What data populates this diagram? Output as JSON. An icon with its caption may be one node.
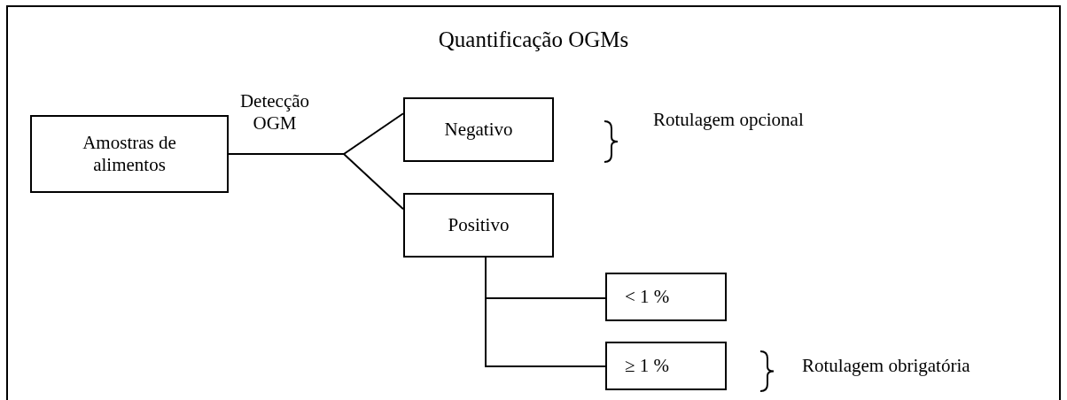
{
  "diagram": {
    "title": "Quantificação OGMs",
    "nodes": [
      {
        "text": [
          "Amostras de alimentos"
        ]
      },
      {
        "text": [
          "Negativo"
        ]
      },
      {
        "text": [
          "Positivo"
        ]
      },
      {
        "text": [
          "< 1 %"
        ]
      },
      {
        "text": [
          "≥ 1 %"
        ]
      }
    ],
    "edges": [
      {
        "from": 0,
        "to": 1,
        "arrow": "none",
        "label": "Detecção OGM"
      },
      {
        "from": 0,
        "to": 2,
        "arrow": "none"
      },
      {
        "from": 2,
        "to": 3,
        "arrow": "none"
      },
      {
        "from": 2,
        "to": 4,
        "arrow": "none"
      }
    ],
    "labels": [
      "Rotulagem opcional",
      "Rotulagem obrigatória"
    ]
  }
}
